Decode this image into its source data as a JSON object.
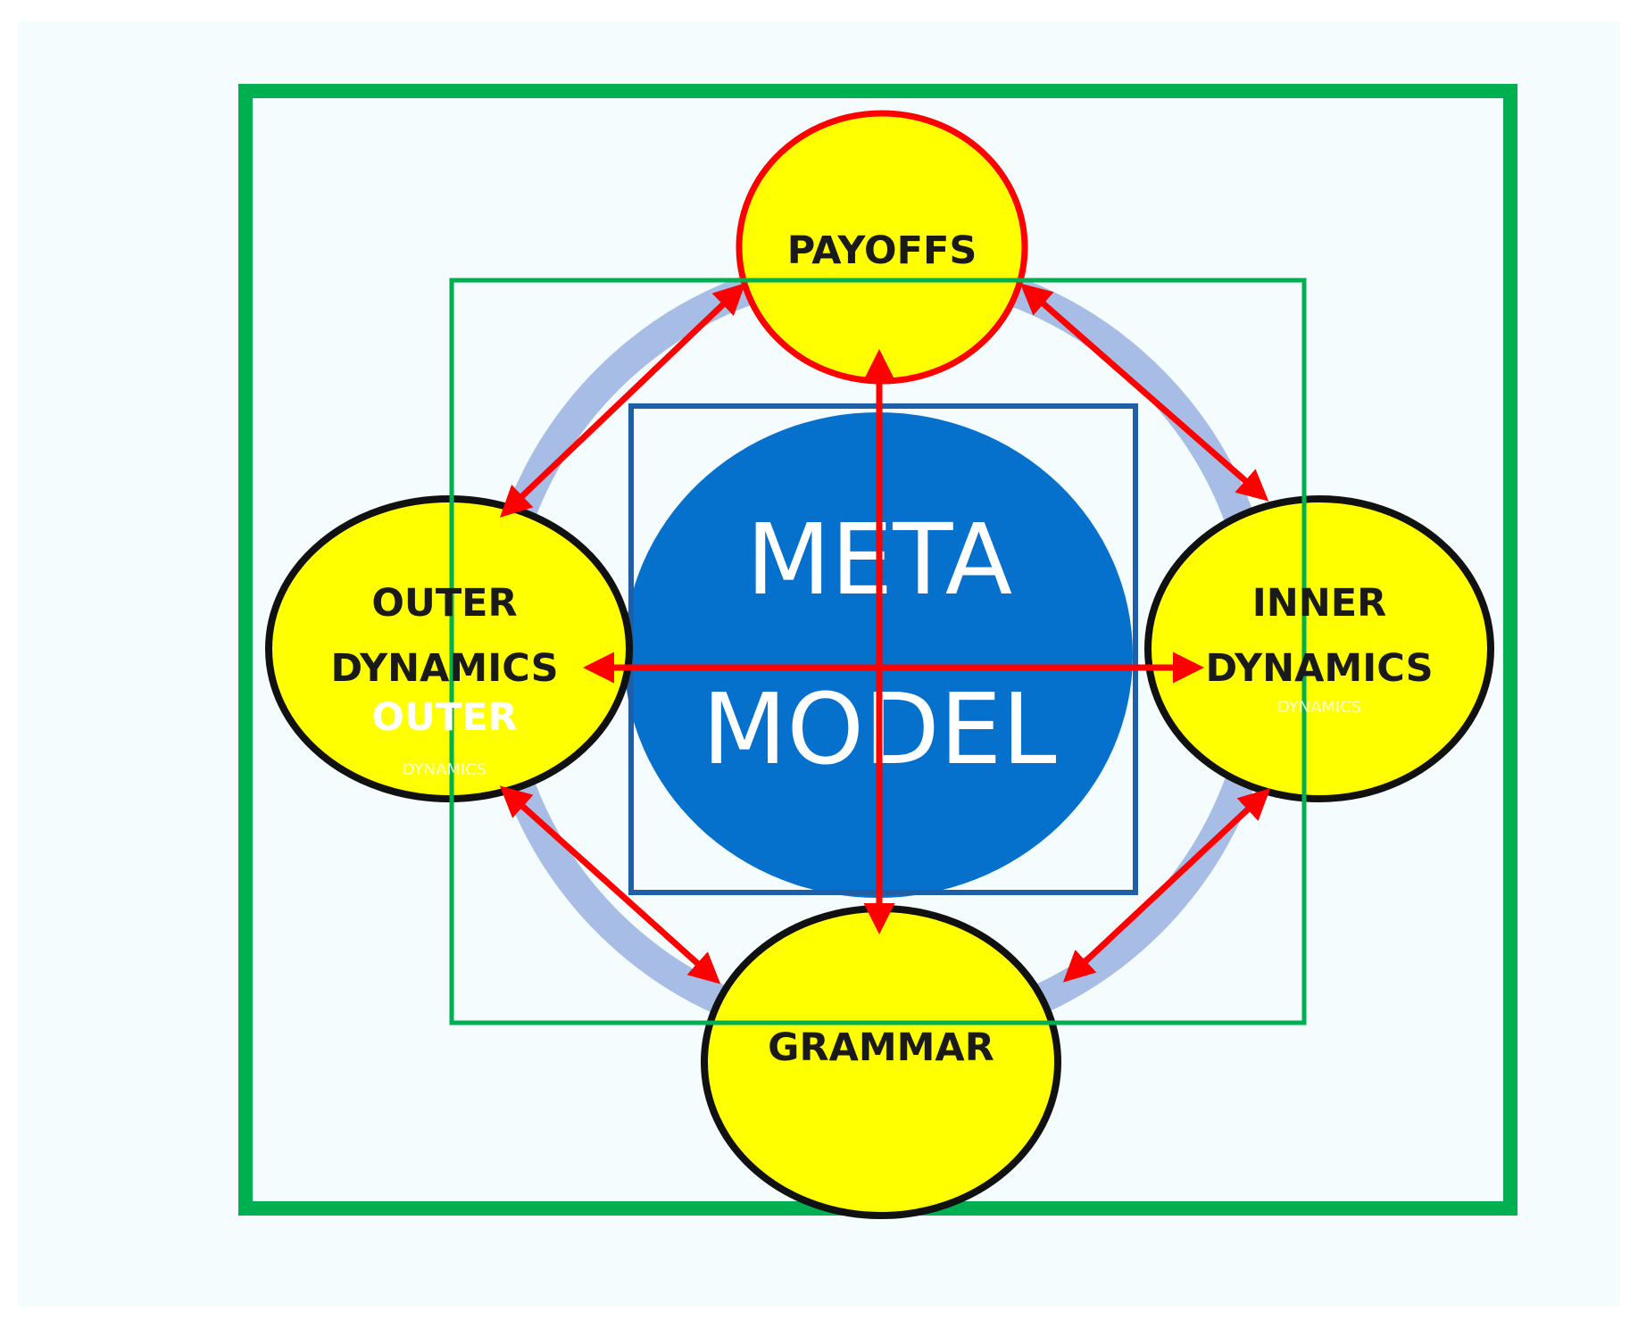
{
  "diagram": {
    "center": {
      "line1": "META",
      "line2": "MODEL"
    },
    "nodes": {
      "top": {
        "label": "PAYOFFS"
      },
      "left": {
        "line1": "OUTER",
        "line2": "DYNAMICS",
        "ghost1": "OUTER",
        "ghost2": "DYNAMICS"
      },
      "right": {
        "line1": "INNER",
        "line2": "DYNAMICS",
        "ghost": "DYNAMICS"
      },
      "bottom": {
        "label": "GRAMMAR"
      }
    }
  },
  "colors": {
    "background": "#f5fcfd",
    "frame_green": "#00b050",
    "node_fill": "#ffff00",
    "node_border_top": "#ff0000",
    "node_border": "#111111",
    "meta_circle": "#0670cd",
    "inner_square": "#1f5fa8",
    "ring": "#a7bde6",
    "arrow": "#ff0000"
  }
}
